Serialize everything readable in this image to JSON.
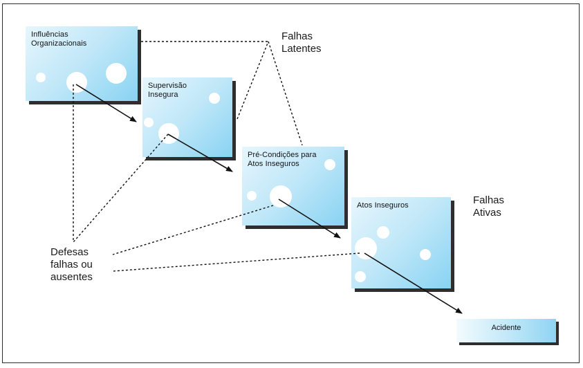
{
  "diagram": {
    "layers": [
      {
        "id": "influencias",
        "lines": [
          "Influências",
          "Organizacionais"
        ]
      },
      {
        "id": "supervisao",
        "lines": [
          "Supervisão",
          "Insegura"
        ]
      },
      {
        "id": "precondicoes",
        "lines": [
          "Pré-Condições para",
          "Atos Inseguros"
        ]
      },
      {
        "id": "atos",
        "lines": [
          "Atos Inseguros"
        ]
      }
    ],
    "outcome": "Acidente",
    "labels": {
      "latent": [
        "Falhas",
        "Latentes"
      ],
      "active": [
        "Falhas",
        "Ativas"
      ],
      "defenses": [
        "Defesas",
        "falhas ou",
        "ausentes"
      ]
    },
    "colors": {
      "layer_light": "#e6f6fd",
      "layer_dark": "#88d3f2",
      "shadow": "#2e2e2e",
      "lines": "#111111"
    }
  }
}
